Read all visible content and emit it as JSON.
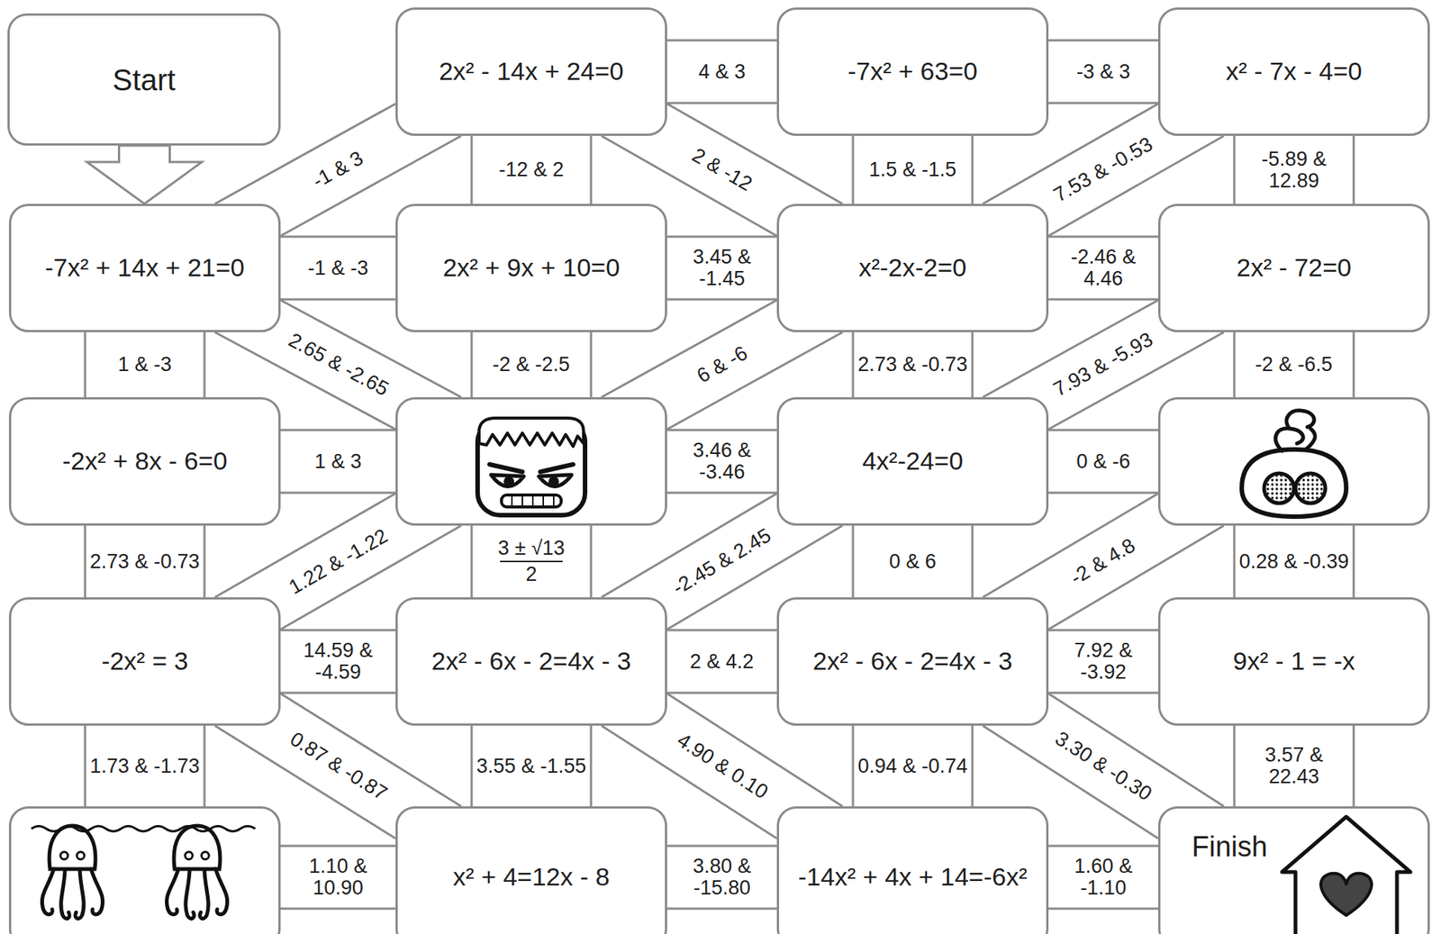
{
  "diagram": {
    "nodes": [
      {
        "text": [
          "Start"
        ]
      },
      {
        "text": [
          "2x² - 14x + 24=0"
        ]
      },
      {
        "text": [
          "-7x² + 63=0"
        ]
      },
      {
        "text": [
          "x² - 7x - 4=0"
        ]
      },
      {
        "text": [
          "-7x² + 14x + 21=0"
        ]
      },
      {
        "text": [
          "2x² + 9x + 10=0"
        ]
      },
      {
        "text": [
          "x²-2x-2=0"
        ]
      },
      {
        "text": [
          "2x² - 72=0"
        ]
      },
      {
        "text": [
          "-2x² + 8x - 6=0"
        ]
      },
      {
        "text": []
      },
      {
        "text": [
          "4x²-24=0"
        ]
      },
      {
        "text": []
      },
      {
        "text": [
          "-2x² = 3"
        ]
      },
      {
        "text": [
          "2x² - 6x - 2=4x - 3"
        ]
      },
      {
        "text": [
          "2x² - 6x - 2=4x - 3"
        ]
      },
      {
        "text": [
          "9x² - 1 = -x"
        ]
      },
      {
        "text": []
      },
      {
        "text": [
          "x² + 4=12x - 8"
        ]
      },
      {
        "text": [
          "-14x² + 4x + 14=-6x²"
        ]
      },
      {
        "text": [
          "Finish"
        ]
      }
    ],
    "edges": [
      {
        "from": 0,
        "to": 4,
        "arrow": "to"
      },
      {
        "from": 1,
        "to": 2,
        "arrow": "none",
        "label": "4 & 3"
      },
      {
        "from": 2,
        "to": 3,
        "arrow": "none",
        "label": "-3 & 3"
      },
      {
        "from": 1,
        "to": 4,
        "arrow": "none",
        "label": "-1 & 3"
      },
      {
        "from": 1,
        "to": 5,
        "arrow": "none",
        "label": "-12 & 2"
      },
      {
        "from": 1,
        "to": 6,
        "arrow": "none",
        "label": "2 & -12"
      },
      {
        "from": 2,
        "to": 6,
        "arrow": "none",
        "label": "1.5 & -1.5"
      },
      {
        "from": 3,
        "to": 6,
        "arrow": "none",
        "label": "7.53 & -0.53"
      },
      {
        "from": 3,
        "to": 7,
        "arrow": "none",
        "label": "-5.89 & 12.89"
      },
      {
        "from": 4,
        "to": 5,
        "arrow": "none",
        "label": "-1 & -3"
      },
      {
        "from": 5,
        "to": 6,
        "arrow": "none",
        "label": "3.45 & -1.45"
      },
      {
        "from": 6,
        "to": 7,
        "arrow": "none",
        "label": "-2.46 & 4.46"
      },
      {
        "from": 4,
        "to": 8,
        "arrow": "none",
        "label": "1 & -3"
      },
      {
        "from": 4,
        "to": 9,
        "arrow": "none",
        "label": "2.65 & -2.65"
      },
      {
        "from": 5,
        "to": 9,
        "arrow": "none",
        "label": "-2 & -2.5"
      },
      {
        "from": 6,
        "to": 9,
        "arrow": "none",
        "label": "6 & -6"
      },
      {
        "from": 6,
        "to": 10,
        "arrow": "none",
        "label": "2.73 & -0.73"
      },
      {
        "from": 7,
        "to": 10,
        "arrow": "none",
        "label": "7.93 & -5.93"
      },
      {
        "from": 7,
        "to": 11,
        "arrow": "none",
        "label": "-2 & -6.5"
      },
      {
        "from": 8,
        "to": 9,
        "arrow": "none",
        "label": "1 & 3"
      },
      {
        "from": 9,
        "to": 10,
        "arrow": "none",
        "label": "3.46 & -3.46"
      },
      {
        "from": 10,
        "to": 11,
        "arrow": "none",
        "label": "0 & -6"
      },
      {
        "from": 8,
        "to": 12,
        "arrow": "none",
        "label": "2.73 & -0.73"
      },
      {
        "from": 9,
        "to": 12,
        "arrow": "none",
        "label": "1.22 & -1.22"
      },
      {
        "from": 9,
        "to": 13,
        "arrow": "none",
        "label": "3 ± √13 2"
      },
      {
        "from": 10,
        "to": 13,
        "arrow": "none",
        "label": "-2.45 & 2.45"
      },
      {
        "from": 10,
        "to": 14,
        "arrow": "none",
        "label": "0 & 6"
      },
      {
        "from": 11,
        "to": 14,
        "arrow": "none",
        "label": "-2 & 4.8"
      },
      {
        "from": 11,
        "to": 15,
        "arrow": "none",
        "label": "0.28 & -0.39"
      },
      {
        "from": 12,
        "to": 13,
        "arrow": "none",
        "label": "14.59 & -4.59"
      },
      {
        "from": 13,
        "to": 14,
        "arrow": "none",
        "label": "2 & 4.2"
      },
      {
        "from": 14,
        "to": 15,
        "arrow": "none",
        "label": "7.92 & -3.92"
      },
      {
        "from": 12,
        "to": 16,
        "arrow": "none",
        "label": "1.73 & -1.73"
      },
      {
        "from": 12,
        "to": 17,
        "arrow": "none",
        "label": "0.87 & -0.87"
      },
      {
        "from": 13,
        "to": 17,
        "arrow": "none",
        "label": "3.55 & -1.55"
      },
      {
        "from": 13,
        "to": 18,
        "arrow": "none",
        "label": "4.90 & 0.10"
      },
      {
        "from": 14,
        "to": 18,
        "arrow": "none",
        "label": "0.94 & -0.74"
      },
      {
        "from": 14,
        "to": 19,
        "arrow": "none",
        "label": "3.30 & -0.30"
      },
      {
        "from": 15,
        "to": 19,
        "arrow": "none",
        "label": "3.57 & 22.43"
      },
      {
        "from": 16,
        "to": 17,
        "arrow": "none",
        "label": "1.10 & 10.90"
      },
      {
        "from": 17,
        "to": 18,
        "arrow": "none",
        "label": "3.80 & -15.80"
      },
      {
        "from": 18,
        "to": 19,
        "arrow": "none",
        "label": "1.60 & -1.10"
      }
    ]
  }
}
